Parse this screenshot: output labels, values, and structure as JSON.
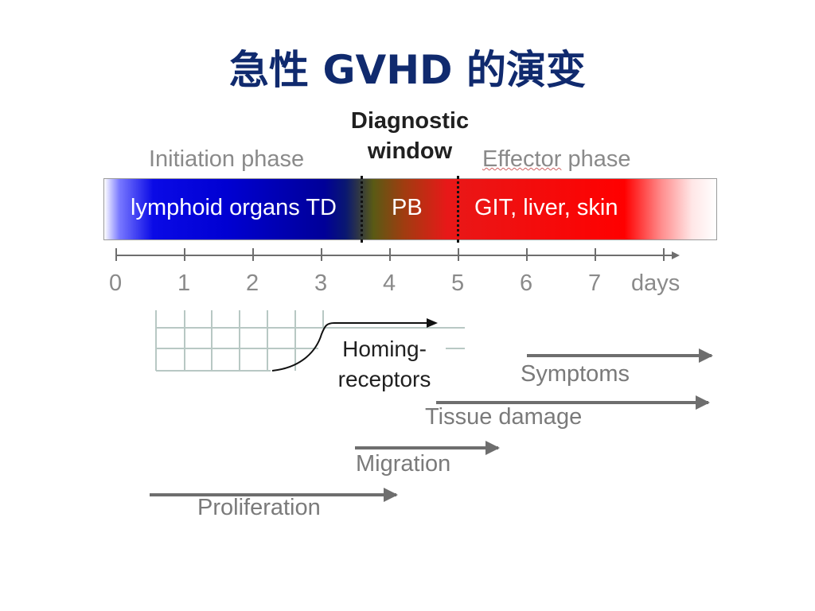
{
  "title": "急性 GVHD 的演变",
  "diagnostic_window": "Diagnostic window",
  "phases": {
    "initiation": "Initiation phase",
    "effector_prefix": "Effector",
    "effector_suffix": " phase"
  },
  "bar_labels": {
    "lymphoid": "lymphoid organs TD",
    "pb": "PB",
    "git": "GIT, liver, skin"
  },
  "axis": {
    "ticks": [
      "0",
      "1",
      "2",
      "3",
      "4",
      "5",
      "6",
      "7"
    ],
    "unit": "days"
  },
  "homing_receptors": "Homing-receptors",
  "arrows": {
    "symptoms": "Symptoms",
    "tissue_damage": "Tissue damage",
    "migration": "Migration",
    "proliferation": "Proliferation"
  },
  "colors": {
    "title": "#102a6e",
    "arrow_gray": "#6e6e6e",
    "label_gray": "#7a7a7a",
    "bar_blue": "#0000d2",
    "bar_red": "#ff0000"
  }
}
